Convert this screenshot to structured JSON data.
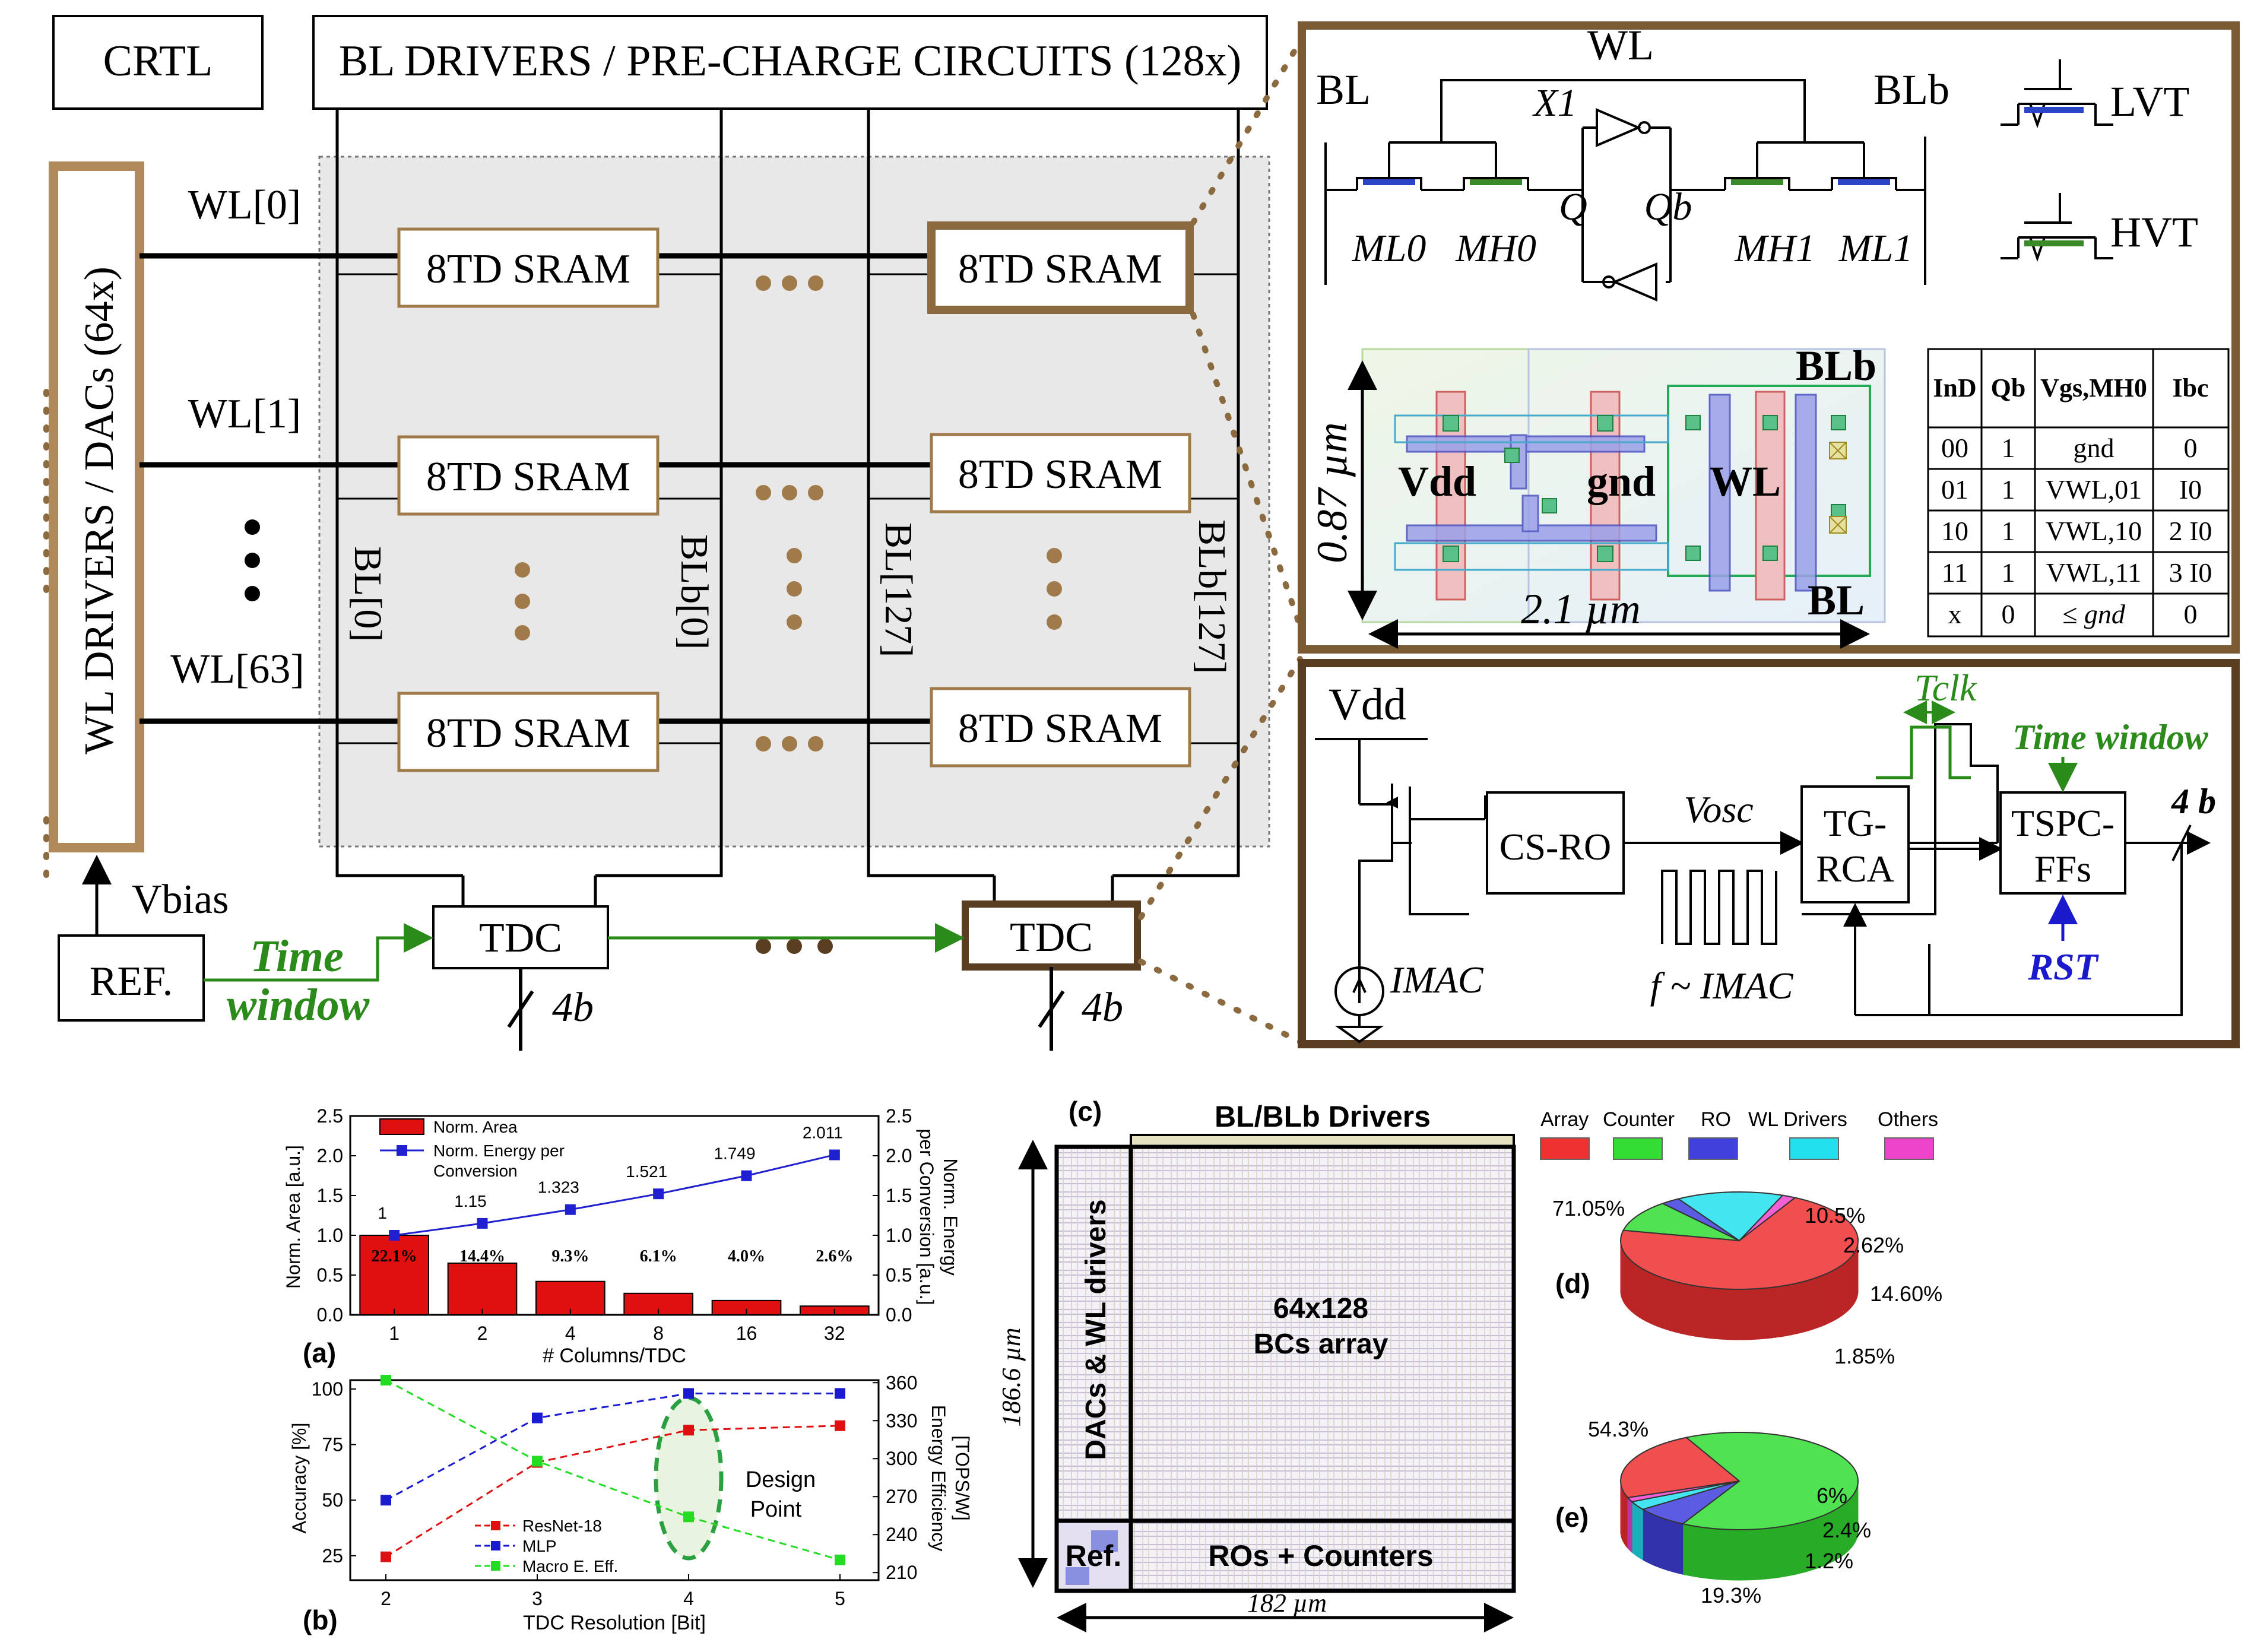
{
  "arch": {
    "ctrl": "CRTL",
    "bl_drivers": "BL DRIVERS / PRE-CHARGE CIRCUITS (128x)",
    "wl_drivers": "WL DRIVERS / DACs (64x)",
    "wl_labels": [
      "WL[0]",
      "WL[1]",
      "WL[63]"
    ],
    "bl_labels": [
      "BL[0]",
      "BLb[0]",
      "BL[127]",
      "BLb[127]"
    ],
    "cell": "8TD SRAM",
    "tdc": "TDC",
    "ref": "REF.",
    "vbias": "Vbias",
    "time_window": [
      "Time",
      "window"
    ],
    "bits": "4b"
  },
  "cell_schematic": {
    "wl": "WL",
    "bl": "BL",
    "blb": "BLb",
    "x1": "X1",
    "q": "Q",
    "qb": "Qb",
    "transistors": [
      "ML0",
      "MH0",
      "MH1",
      "ML1"
    ],
    "lvt": "LVT",
    "hvt": "HVT",
    "colors": {
      "lvt": "#2a45c8",
      "hvt": "#3a8a2a"
    }
  },
  "layout": {
    "labels": [
      "Vdd",
      "gnd",
      "WL",
      "BLb",
      "BL"
    ],
    "height": "0.87 µm",
    "width": "2.1 µm"
  },
  "truth_table": {
    "headers": [
      "InD",
      "Qb",
      "Vgs,MH0",
      "Ibc"
    ],
    "rows": [
      [
        "00",
        "1",
        "gnd",
        "0"
      ],
      [
        "01",
        "1",
        "VWL,01",
        "I0"
      ],
      [
        "10",
        "1",
        "VWL,10",
        "2 I0"
      ],
      [
        "11",
        "1",
        "VWL,11",
        "3 I0"
      ],
      [
        "x",
        "0",
        "≤ gnd",
        "0"
      ]
    ]
  },
  "tdc_block": {
    "vdd": "Vdd",
    "csro": "CS-RO",
    "vosc": "Vosc",
    "tgrca": [
      "TG-",
      "RCA"
    ],
    "tspc": [
      "TSPC-",
      "FFs"
    ],
    "tclk": "Tclk",
    "time_window": "Time window",
    "rst": "RST",
    "imac": "IMAC",
    "freq": "f ~ IMAC",
    "bits": "4 b",
    "colors": {
      "green": "#2a8a1a",
      "blue": "#1a1acc"
    }
  },
  "frame_color": "#7a5a32",
  "chart_data": [
    {
      "panel": "(a)",
      "type": "bar",
      "xlabel": "# Columns/TDC",
      "ylabel": "Norm. Area [a.u.]",
      "ylabel_right": [
        "Norm. Energy",
        "per Conversion [a.u.]"
      ],
      "categories": [
        "1",
        "2",
        "4",
        "8",
        "16",
        "32"
      ],
      "ylim": [
        0,
        2.5
      ],
      "yticks": [
        "0.0",
        "0.5",
        "1.0",
        "1.5",
        "2.0",
        "2.5"
      ],
      "series": [
        {
          "name": "Norm. Area",
          "values": [
            1.0,
            0.65,
            0.42,
            0.27,
            0.18,
            0.11
          ],
          "labels": [
            "22.1%",
            "14.4%",
            "9.3%",
            "6.1%",
            "4.0%",
            "2.6%"
          ],
          "color": "#e01010"
        },
        {
          "name": "Norm. Energy per Conversion",
          "values": [
            1.0,
            1.15,
            1.323,
            1.521,
            1.749,
            2.011
          ],
          "labels": [
            "1",
            "1.15",
            "1.323",
            "1.521",
            "1.749",
            "2.011"
          ],
          "color": "#2020d0"
        }
      ],
      "legend_position": "top-left"
    },
    {
      "panel": "(b)",
      "type": "line",
      "xlabel": "TDC Resolution [Bit]",
      "ylabel": "Accuracy [%]",
      "ylabel_right": [
        "Energy Efficiency",
        "[TOPS/W]"
      ],
      "x": [
        "2",
        "3",
        "4",
        "5"
      ],
      "ylim": [
        14,
        104
      ],
      "yticks": [
        "25",
        "50",
        "75",
        "100"
      ],
      "ylim_right": [
        204,
        362
      ],
      "yticks_right": [
        "210",
        "240",
        "270",
        "300",
        "330",
        "360"
      ],
      "series": [
        {
          "name": "ResNet-18",
          "axis": "left",
          "values": [
            24.5,
            67,
            81.5,
            83.5
          ],
          "color": "#e01010"
        },
        {
          "name": "MLP",
          "axis": "left",
          "values": [
            50,
            87,
            98,
            98
          ],
          "color": "#1a1ad0"
        },
        {
          "name": "Macro E. Eff.",
          "axis": "right",
          "values": [
            362,
            298,
            254,
            220
          ],
          "color": "#22dd22"
        }
      ],
      "annotation": [
        "Design",
        "Point"
      ],
      "legend_position": "bottom-left"
    },
    {
      "panel": "(d)",
      "type": "pie",
      "categories": [
        "Array",
        "Counter",
        "RO",
        "WL Drivers",
        "Others"
      ],
      "values": [
        71.05,
        10.5,
        2.62,
        14.6,
        1.85
      ],
      "labels": [
        "71.05%",
        "10.5%",
        "2.62%",
        "14.60%",
        "1.85%"
      ],
      "colors": [
        "#ee3030",
        "#33dd33",
        "#4040dd",
        "#22e0ee",
        "#ee44cc"
      ]
    },
    {
      "panel": "(e)",
      "type": "pie",
      "categories": [
        "Array",
        "Counter",
        "RO",
        "WL Drivers",
        "Others"
      ],
      "values": [
        19.3,
        54.3,
        6.0,
        2.4,
        1.2
      ],
      "labels": [
        "19.3%",
        "54.3%",
        "6%",
        "2.4%",
        "1.2%"
      ],
      "colors": [
        "#ee3030",
        "#33dd33",
        "#4040dd",
        "#22e0ee",
        "#ee44cc"
      ]
    }
  ],
  "floorplan": {
    "panel": "(c)",
    "top": "BL/BLb Drivers",
    "left": "DACs & WL drivers",
    "center": [
      "64x128",
      "BCs array"
    ],
    "bottom": "ROs + Counters",
    "ref": "Ref.",
    "height": "186.6 µm",
    "width": "182 µm"
  },
  "pie_legend": [
    "Array",
    "Counter",
    "RO",
    "WL Drivers",
    "Others"
  ]
}
